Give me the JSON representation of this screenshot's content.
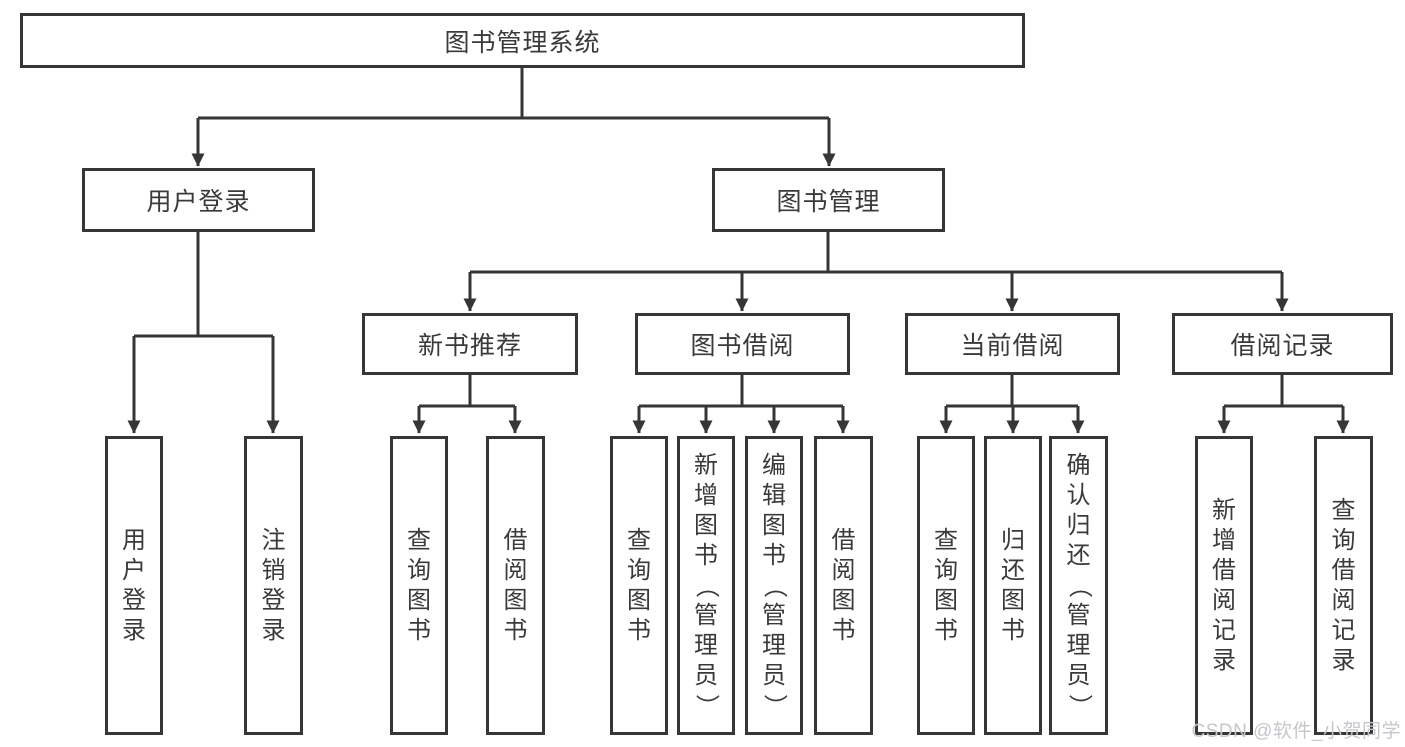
{
  "colors": {
    "line": "#363636",
    "text": "#3a3a3a",
    "watermark": "#c6c6cb",
    "background": "#ffffff"
  },
  "diagram": {
    "root": "图书管理系统",
    "branches": [
      {
        "label": "用户登录",
        "children": [
          "用户登录",
          "注销登录"
        ]
      },
      {
        "label": "图书管理",
        "sections": [
          {
            "label": "新书推荐",
            "children": [
              "查询图书",
              "借阅图书"
            ]
          },
          {
            "label": "图书借阅",
            "children": [
              "查询图书",
              "新增图书（管理员）",
              "编辑图书（管理员）",
              "借阅图书"
            ]
          },
          {
            "label": "当前借阅",
            "children": [
              "查询图书",
              "归还图书",
              "确认归还（管理员）"
            ]
          },
          {
            "label": "借阅记录",
            "children": [
              "新增借阅记录",
              "查询借阅记录"
            ]
          }
        ]
      }
    ]
  },
  "watermark": {
    "text": "CSDN @软件_小贺同学"
  }
}
